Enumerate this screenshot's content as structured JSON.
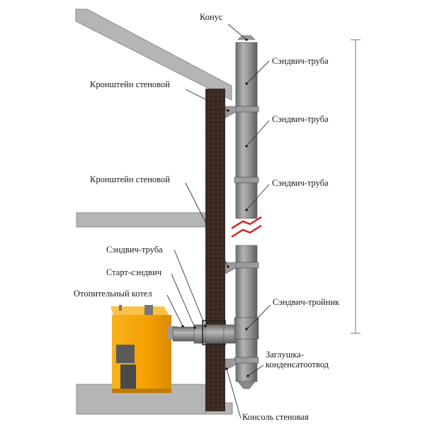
{
  "labels": {
    "cone": "Конус",
    "sandwich_pipe_1": "Сэндвич-труба",
    "sandwich_pipe_2": "Сэндвич-труба",
    "sandwich_pipe_3": "Сэндвич-труба",
    "wall_bracket_1": "Кронштейн стеновой",
    "wall_bracket_2": "Кронштейн стеновой",
    "sandwich_pipe_4": "Сэндвич-труба",
    "start_sandwich": "Старт-сэндвич",
    "boiler": "Отопительный котел",
    "sandwich_tee": "Сэндвич-тройник",
    "plug_line1": "Заглушка-",
    "plug_line2": "конденсатоотвод",
    "wall_console": "Консоль стеновая"
  },
  "colors": {
    "roof": "#b5b5b5",
    "wall": "#3c2b22",
    "pipe": "#8f8f8f",
    "boiler": "#f5a000",
    "boiler_door": "#555555",
    "break_mark": "#d42020",
    "leader": "#333333"
  }
}
